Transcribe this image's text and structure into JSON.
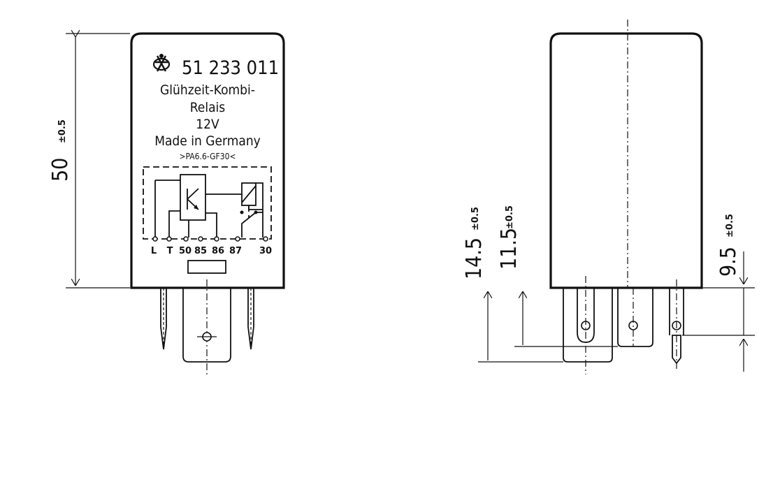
{
  "front_view": {
    "logo_icon": "manufacturer-logo-icon",
    "part_number": "51 233 011",
    "title_line1": "Glühzeit-Kombi-",
    "title_line2": "Relais",
    "voltage": "12V",
    "origin": "Made in Germany",
    "material": ">PA6.6-GF30<",
    "terminals": [
      "L",
      "T",
      "50",
      "85",
      "86",
      "87",
      "30"
    ]
  },
  "dimensions": {
    "height": "50",
    "height_tol": "±0.5",
    "pin_long": "14.5",
    "pin_long_tol": "±0.5",
    "pin_mid": "11.5",
    "pin_mid_tol": "±0.5",
    "pin_short": "9.5",
    "pin_short_tol": "±0.5"
  }
}
